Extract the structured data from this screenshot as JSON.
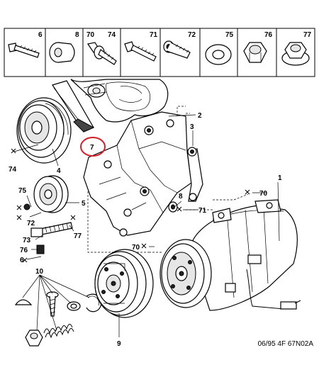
{
  "header_parts": [
    {
      "num": "6",
      "icon": "bolt-icon"
    },
    {
      "num": "8",
      "icon": "bushing-icon"
    },
    {
      "num": "70",
      "icon": "flanged-bolt-icon"
    },
    {
      "num": "74",
      "icon": ""
    },
    {
      "num": "71",
      "icon": "bolt-icon"
    },
    {
      "num": "72",
      "icon": "socket-bolt-icon"
    },
    {
      "num": "75",
      "icon": "washer-icon"
    },
    {
      "num": "76",
      "icon": "nut-icon"
    },
    {
      "num": "77",
      "icon": "flanged-nut-icon"
    }
  ],
  "callouts": {
    "c1": "1",
    "c2": "2",
    "c3": "3",
    "c4": "4",
    "c5": "5",
    "c6": "6",
    "c7": "7",
    "c8": "8",
    "c9": "9",
    "c10": "10",
    "c70a": "70",
    "c70b": "70",
    "c71": "71",
    "c72": "72",
    "c73": "73",
    "c74": "74",
    "c75": "75",
    "c76": "76",
    "c77": "77"
  },
  "reference_code": "06/95 4F 67N02A",
  "highlight_color": "#d0202a"
}
